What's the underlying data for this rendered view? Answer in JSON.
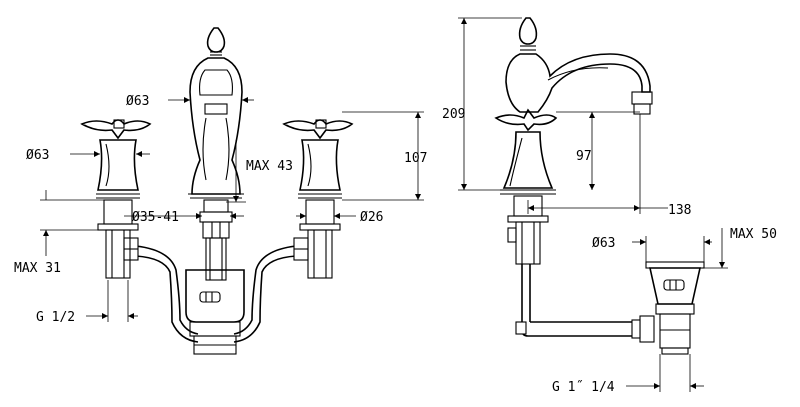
{
  "dimensions": {
    "front": {
      "spout_diameter": "Ø63",
      "handle_diameter": "Ø63",
      "max_height_spout": "MAX 43",
      "height_handle": "107",
      "hole_range": "Ø35-41",
      "valve_diameter": "Ø26",
      "max_thread": "MAX 31",
      "thread_size": "G 1/2"
    },
    "side": {
      "total_height": "209",
      "spout_height": "97",
      "spout_reach": "138",
      "drain_diameter": "Ø63",
      "drain_max": "MAX 50",
      "drain_thread": "G 1˝ 1/4"
    }
  }
}
